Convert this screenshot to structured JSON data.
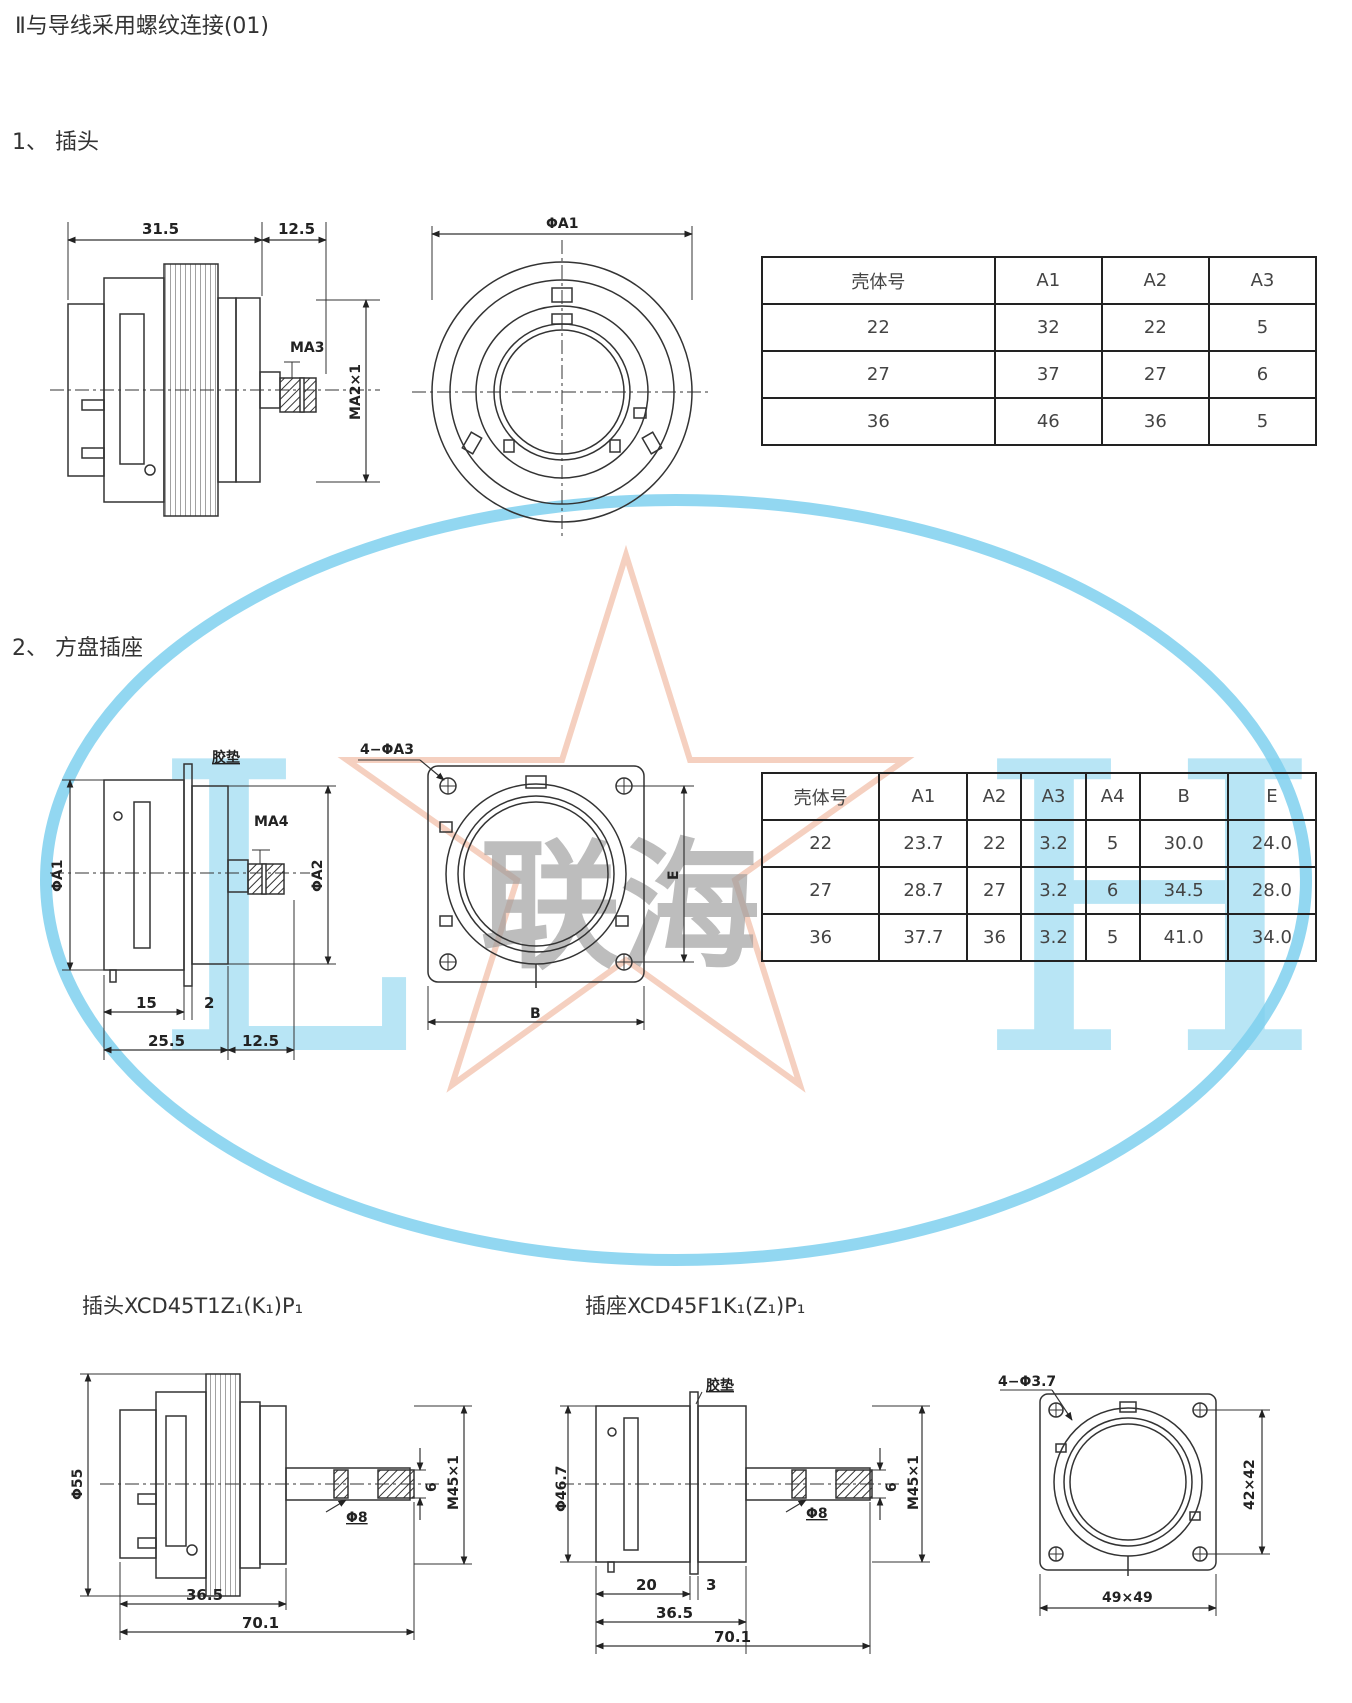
{
  "title": "Ⅱ与导线采用螺纹连接(01)",
  "section1": {
    "heading": "1、 插头",
    "dims": {
      "d1": "31.5",
      "d2": "12.5",
      "ma3": "MA3",
      "ma2": "MA2×1",
      "phiA1": "ΦA1"
    },
    "table": {
      "headers": [
        "壳体号",
        "A1",
        "A2",
        "A3"
      ],
      "rows": [
        [
          "22",
          "32",
          "22",
          "5"
        ],
        [
          "27",
          "37",
          "27",
          "6"
        ],
        [
          "36",
          "46",
          "36",
          "5"
        ]
      ]
    }
  },
  "section2": {
    "heading": "2、 方盘插座",
    "dims": {
      "gasket": "胶垫",
      "holes": "4−ΦA3",
      "ma4": "MA4",
      "phiA1": "ΦA1",
      "phiA2": "ΦA2",
      "d15": "15",
      "d2": "2",
      "d25": "25.5",
      "d125": "12.5",
      "e": "E",
      "b": "B"
    },
    "table": {
      "headers": [
        "壳体号",
        "A1",
        "A2",
        "A3",
        "A4",
        "B",
        "E"
      ],
      "rows": [
        [
          "22",
          "23.7",
          "22",
          "3.2",
          "5",
          "30.0",
          "24.0"
        ],
        [
          "27",
          "28.7",
          "27",
          "3.2",
          "6",
          "34.5",
          "28.0"
        ],
        [
          "36",
          "37.7",
          "36",
          "3.2",
          "5",
          "41.0",
          "34.0"
        ]
      ]
    }
  },
  "section3": {
    "plug_title": "插头XCD45T1Z₁(K₁)P₁",
    "socket_title": "插座XCD45F1K₁(Z₁)P₁",
    "plug_dims": {
      "phi55": "Φ55",
      "d365": "36.5",
      "d701": "70.1",
      "phi8": "Φ8",
      "d6": "6",
      "m45": "M45×1"
    },
    "socket_dims": {
      "gasket": "胶垫",
      "phi467": "Φ46.7",
      "d20": "20",
      "d3": "3",
      "d365": "36.5",
      "d701": "70.1",
      "phi8": "Φ8",
      "d6": "6",
      "m45": "M45×1"
    },
    "flange_dims": {
      "holes": "4−Φ3.7",
      "d42": "42×42",
      "d49": "49×49"
    }
  },
  "watermark": {
    "text": "联海",
    "letter_l": "L",
    "letter_h": "H",
    "ellipse_color": "#7fd0ee",
    "star_color": "#f3c4b0",
    "text_color": "#9a9a9a"
  }
}
